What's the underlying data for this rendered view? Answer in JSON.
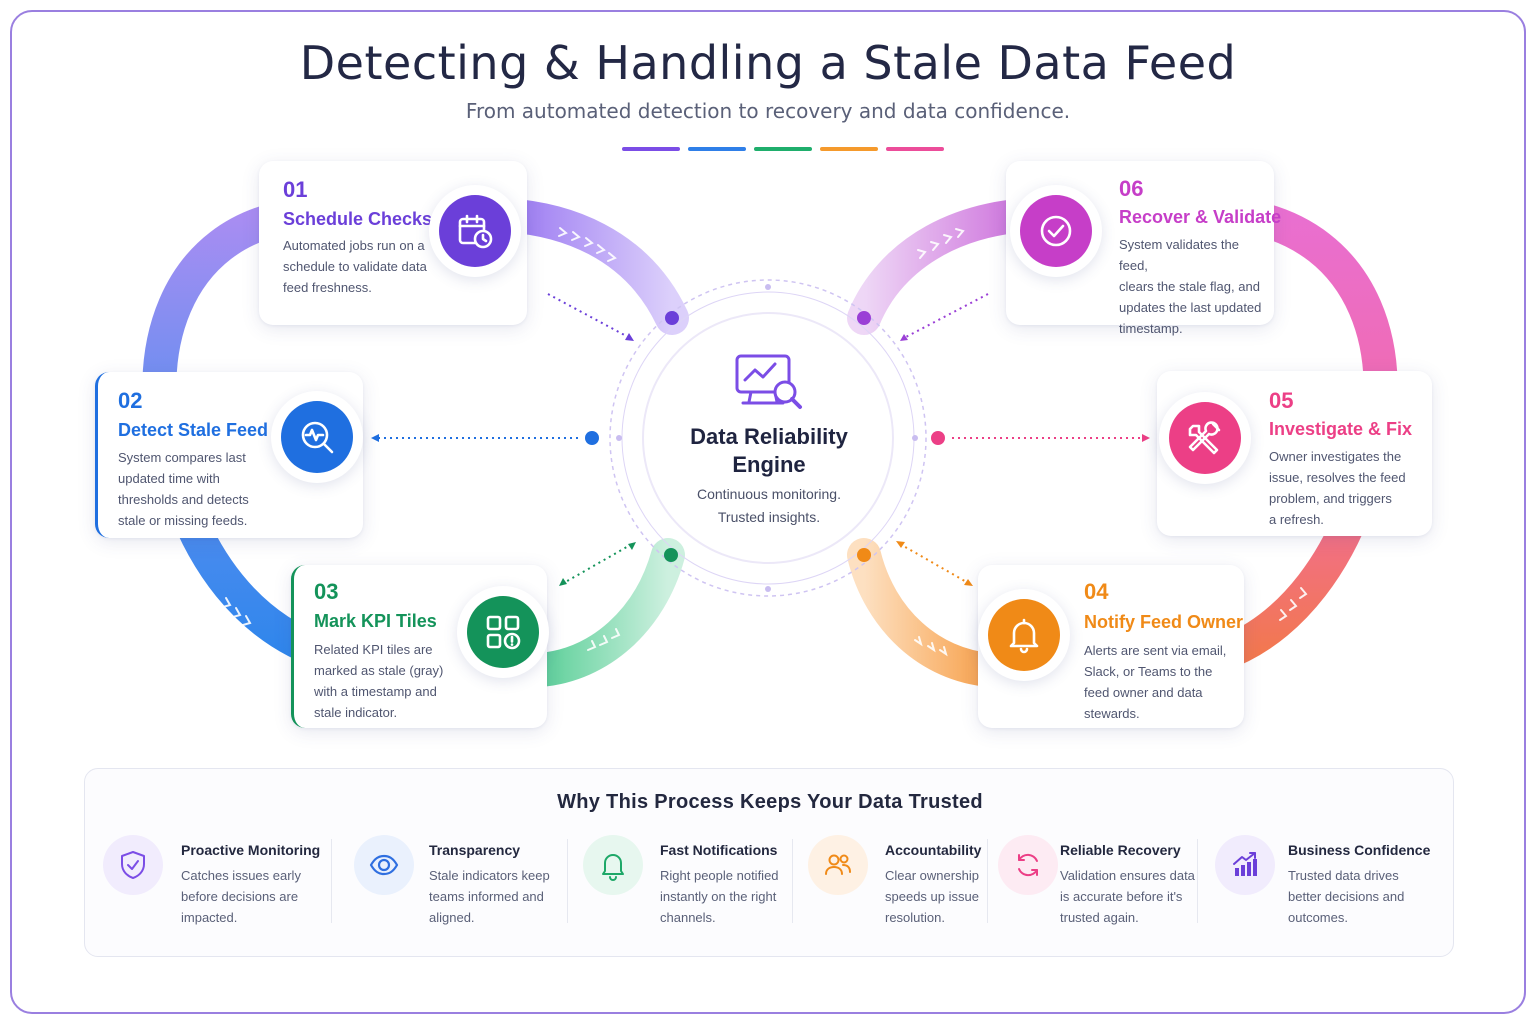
{
  "header": {
    "title": "Detecting & Handling a Stale Data Feed",
    "subtitle": "From automated detection to recovery and data confidence.",
    "bar_colors": [
      "#7b4de6",
      "#2f7fe8",
      "#1fae6c",
      "#f59a2c",
      "#ec4d9a"
    ]
  },
  "center": {
    "title_line1": "Data Reliability",
    "title_line2": "Engine",
    "sub_line1": "Continuous monitoring.",
    "sub_line2": "Trusted insights.",
    "icon": "monitor-analytics-icon"
  },
  "steps": [
    {
      "num": "01",
      "title": "Schedule Checks",
      "color": "#6b3fd9",
      "icon": "calendar-clock-icon",
      "desc": [
        "Automated jobs run on a",
        "schedule to validate data",
        "feed freshness."
      ]
    },
    {
      "num": "02",
      "title": "Detect Stale Feed",
      "color": "#1f6fe0",
      "icon": "search-pulse-icon",
      "desc": [
        "System compares last",
        "updated time with",
        "thresholds and detects",
        "stale or missing feeds."
      ]
    },
    {
      "num": "03",
      "title": "Mark KPI Tiles",
      "color": "#14935a",
      "icon": "tiles-alert-icon",
      "desc": [
        "Related KPI tiles are",
        "marked as stale (gray)",
        "with a timestamp and",
        "stale indicator."
      ]
    },
    {
      "num": "04",
      "title": "Notify Feed Owner",
      "color": "#f08a17",
      "icon": "bell-icon",
      "desc": [
        "Alerts are sent via email,",
        "Slack, or Teams to the",
        "feed owner and data",
        "stewards."
      ]
    },
    {
      "num": "05",
      "title": "Investigate & Fix",
      "color": "#ec3f86",
      "icon": "tools-icon",
      "desc": [
        "Owner investigates the",
        "issue, resolves the feed",
        "problem, and triggers",
        "a refresh."
      ]
    },
    {
      "num": "06",
      "title": "Recover & Validate",
      "color": "#c63ec8",
      "icon": "check-circle-icon",
      "desc": [
        "System validates the feed,",
        "clears the stale flag, and",
        "updates the last updated",
        "timestamp."
      ]
    }
  ],
  "benefits": {
    "title": "Why This Process Keeps Your Data Trusted",
    "items": [
      {
        "title": "Proactive Monitoring",
        "icon": "shield-check-icon",
        "color": "#7b4de6",
        "bg": "#f1ecfd",
        "desc": [
          "Catches issues early",
          "before decisions are",
          "impacted."
        ]
      },
      {
        "title": "Transparency",
        "icon": "eye-icon",
        "color": "#2f6fe0",
        "bg": "#eaf1fd",
        "desc": [
          "Stale indicators keep",
          "teams informed and",
          "aligned."
        ]
      },
      {
        "title": "Fast Notifications",
        "icon": "bell-outline-icon",
        "color": "#1ea868",
        "bg": "#e7f7ef",
        "desc": [
          "Right people notified",
          "instantly on the right",
          "channels."
        ]
      },
      {
        "title": "Accountability",
        "icon": "users-icon",
        "color": "#f08a17",
        "bg": "#fef1e4",
        "desc": [
          "Clear ownership",
          "speeds up issue",
          "resolution."
        ]
      },
      {
        "title": "Reliable Recovery",
        "icon": "refresh-icon",
        "color": "#ec3f86",
        "bg": "#fdebf3",
        "desc": [
          "Validation ensures data",
          "is accurate before it's",
          "trusted again."
        ]
      },
      {
        "title": "Business Confidence",
        "icon": "bar-chart-up-icon",
        "color": "#6b3fd9",
        "bg": "#f1ecfd",
        "desc": [
          "Trusted data drives",
          "better decisions and",
          "outcomes."
        ]
      }
    ]
  }
}
